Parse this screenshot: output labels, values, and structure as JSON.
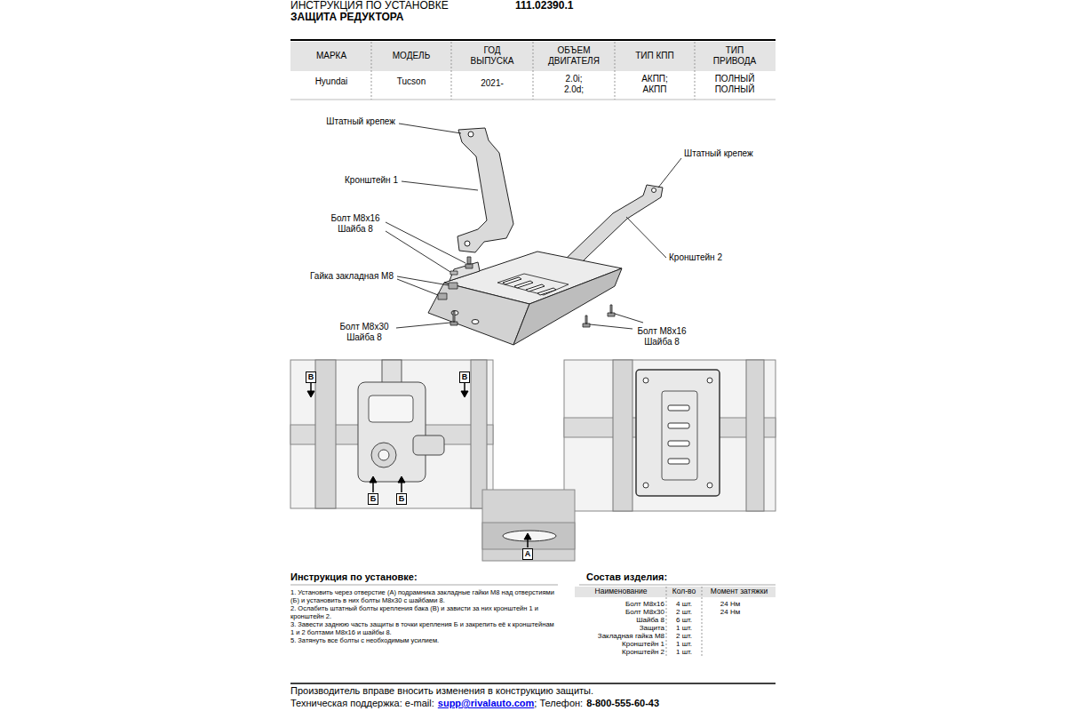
{
  "diagram": {
    "title": "ИНСТРУКЦИЯ ПО УСТАНОВКЕ",
    "nodes": [
      {
        "text": [
          "В"
        ]
      },
      {
        "text": [
          "В"
        ]
      },
      {
        "text": [
          "Б"
        ]
      },
      {
        "text": [
          "Б"
        ]
      },
      {
        "text": [
          "А"
        ]
      }
    ],
    "labels": [
      "111.02390.1",
      "ЗАЩИТА РЕДУКТОРА",
      "МАРКА",
      "МОДЕЛЬ",
      "ГОД ВЫПУСКА",
      "ОБЪЕМ ДВИГАТЕЛЯ",
      "ТИП КПП",
      "ТИП ПРИВОДА",
      "Hyundai",
      "Tucson",
      "2021-",
      "2.0i; 2.0d;",
      "АКПП; АКПП",
      "ПОЛНЫЙ ПОЛНЫЙ",
      "Штатный крепеж",
      "Кронштейн 1",
      "Болт М8х16 Шайба 8",
      "Гайка закладная М8",
      "Болт М8х30 Шайба 8",
      "Штатный крепеж",
      "Кронштейн 2",
      "Болт М8х16 Шайба 8",
      "Инструкция по установке:",
      "1. Установить через отверстие (А) подрамника закладные гайки М8 над отверстиями (Б) и установить в них болты М8х30 с шайбами 8.",
      "2. Ослабить штатный болты крепления бака (В) и зависти за них кронштейн 1 и кронштейн 2.",
      "3. Завести заднюю часть защиты в точки крепления Б и закрепить её к кронштейнам 1 и 2 болтами М8х16 и шайбы 8.",
      "5. Затянуть все болты с необходимым усилием.",
      "Состав изделия:",
      "Наименование",
      "Кол-во",
      "Момент затяжки",
      "Болт М8х16",
      "4 шт.",
      "24 Нм",
      "Болт М8х30",
      "2 шт.",
      "24 Нм",
      "Шайба 8",
      "6 шт.",
      "Защита",
      "1 шт.",
      "Закладная гайка М8",
      "2 шт.",
      "Кронштейн 1",
      "1 шт.",
      "Кронштейн 2",
      "1 шт.",
      "Производитель вправе вносить изменения в конструкцию защиты.",
      "Техническая поддержка: e-mail:",
      "supp@rivalauto.com",
      "; Телефон:",
      "8-800-555-60-43"
    ]
  }
}
